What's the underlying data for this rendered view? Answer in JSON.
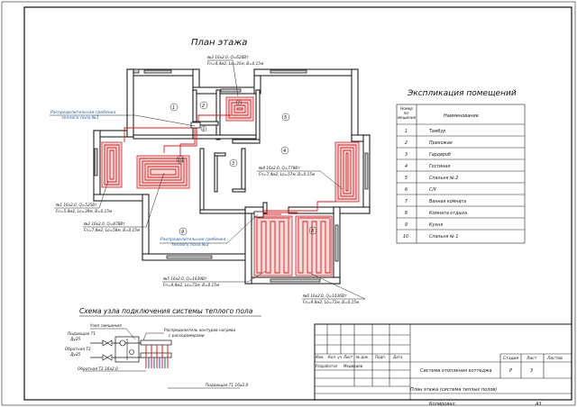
{
  "plan": {
    "title": "План этажа",
    "collector1": {
      "line1": "Распределительная гребенка",
      "line2": "теплого пола №1"
    },
    "collector2": {
      "line1": "Распределительная гребенка",
      "line2": "теплого пола №2"
    },
    "loops": [
      {
        "id": "n1",
        "line1": "№1  16x2.0,  Q=525Вт",
        "line2": "Fn=5,8м2,  Lo=39м,  B=0.15м"
      },
      {
        "id": "n2",
        "line1": "№2  16x2.0,  Q=878Вт",
        "line2": "Fn=7,8м2,  Lo=58м,  B=0.15м"
      },
      {
        "id": "n3",
        "line1": "№3  16x2.0,  Q=620Вт",
        "line2": "Fn=4,4м2,  Lo=35м,  B=0.15м"
      },
      {
        "id": "n4",
        "line1": "№4  16x2.0,  Q=779Вт",
        "line2": "Fn=7,4м2,  Lo=57м,  B=0.15м"
      },
      {
        "id": "n5",
        "line1": "№5  16x2.0,  Q=1639Вт",
        "line2": "Fn=9,8м2,  Lo=73м,  B=0.15м"
      },
      {
        "id": "n6",
        "line1": "№6  16x2.0,  Q=1636Вт",
        "line2": "Fn=9,8м2,  Lo=73м,  B=0.15м"
      }
    ],
    "room_numbers": [
      "1",
      "2",
      "3",
      "4",
      "5",
      "6",
      "7",
      "8",
      "9",
      "10"
    ]
  },
  "legend": {
    "title": "Экспликация помещений",
    "headers": {
      "num": "Номер по-мещения",
      "name": "Наименование"
    },
    "rows": [
      {
        "num": "1",
        "name": "Тамбур"
      },
      {
        "num": "2",
        "name": "Прихожая"
      },
      {
        "num": "3",
        "name": "Гардероб"
      },
      {
        "num": "4",
        "name": "Гостиная"
      },
      {
        "num": "5",
        "name": "Спальня № 2"
      },
      {
        "num": "6",
        "name": "С/У"
      },
      {
        "num": "7",
        "name": "Ванная комната"
      },
      {
        "num": "8",
        "name": "Комната отдыха"
      },
      {
        "num": "9",
        "name": "Кухня"
      },
      {
        "num": "10",
        "name": "Спальня № 1"
      }
    ]
  },
  "scheme": {
    "title": "Схема узла подключения системы теплого пола",
    "mix_unit": "Узел смешения",
    "supply_t1": "Подающая  T1",
    "du1": "Ду25",
    "return_t2": "Обратная  T2",
    "du2": "Ду25",
    "collector_label_1": "Распределитель контуров нагрева",
    "collector_label_2": "с расходомерами",
    "return_t3": "Обратная  T3 16x2.0",
    "supply_t1b": "Подающая  T1 16x2.0"
  },
  "stamp": {
    "cols": [
      "Изм.",
      "Кол. уч.",
      "Лист",
      "№ док.",
      "Подп.",
      "Дата"
    ],
    "developer_label": "Разработал",
    "developer_name": "Медведев",
    "project_title": "Система отопления коттеджа",
    "sheet_title": "План этажа (система теплых полов)",
    "stage_h": "Стадия",
    "sheet_h": "Лист",
    "sheets_h": "Листов",
    "stage": "Р",
    "sheet": "3",
    "copied": "Копировал",
    "format": "А3"
  }
}
